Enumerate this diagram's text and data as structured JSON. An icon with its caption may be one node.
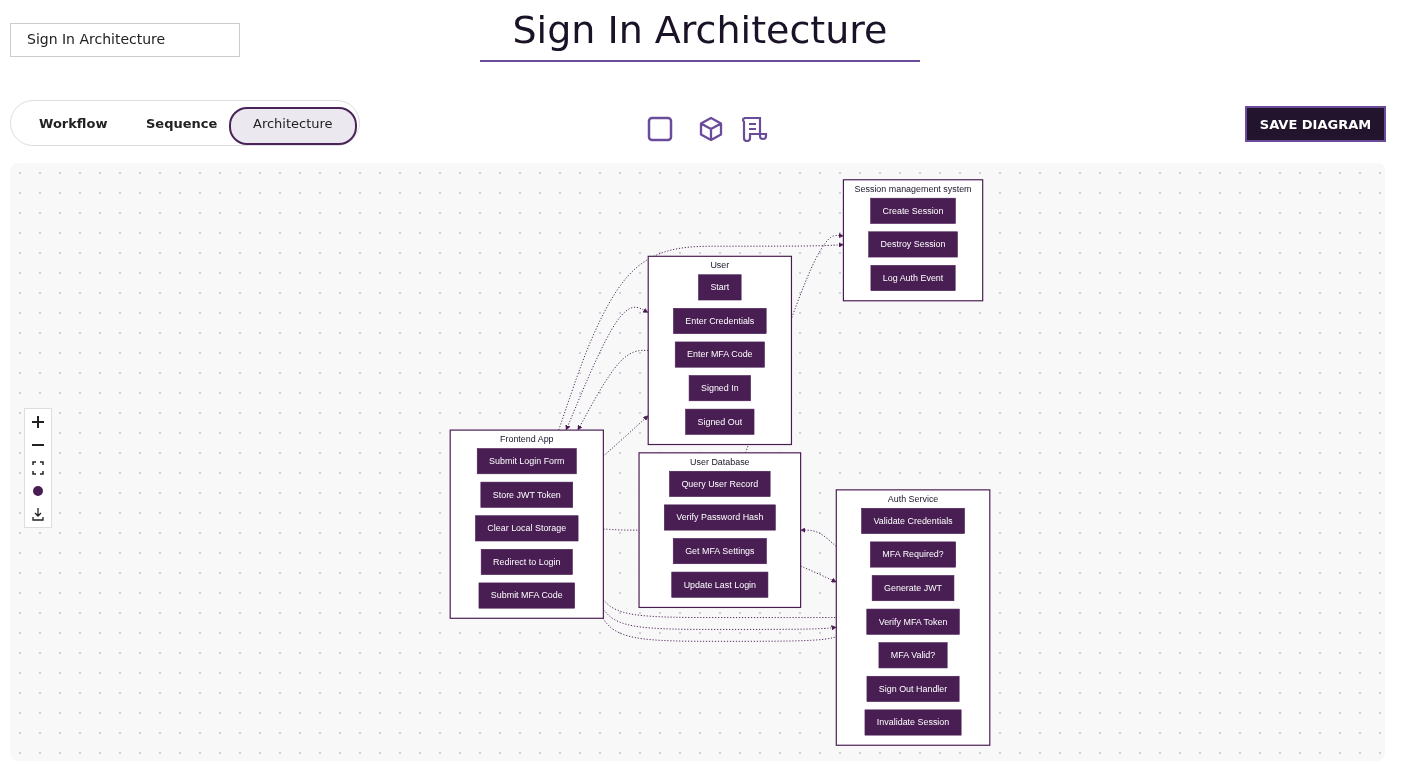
{
  "diagram": {
    "title": "Sign In Architecture",
    "nodes": [
      {
        "text": [
          "User"
        ]
      },
      {
        "text": [
          "Start"
        ],
        "in": 0
      },
      {
        "text": [
          "Enter Credentials"
        ],
        "in": 0
      },
      {
        "text": [
          "Enter MFA Code"
        ],
        "in": 0
      },
      {
        "text": [
          "Signed In"
        ],
        "in": 0
      },
      {
        "text": [
          "Signed Out"
        ],
        "in": 0
      },
      {
        "text": [
          "Frontend App"
        ]
      },
      {
        "text": [
          "Submit Login Form"
        ],
        "in": 6
      },
      {
        "text": [
          "Store JWT Token"
        ],
        "in": 6
      },
      {
        "text": [
          "Clear Local Storage"
        ],
        "in": 6
      },
      {
        "text": [
          "Redirect to Login"
        ],
        "in": 6
      },
      {
        "text": [
          "Submit MFA Code"
        ],
        "in": 6
      },
      {
        "text": [
          "Auth Service"
        ]
      },
      {
        "text": [
          "Validate Credentials"
        ],
        "in": 12
      },
      {
        "text": [
          "MFA Required?"
        ],
        "in": 12
      },
      {
        "text": [
          "Generate JWT"
        ],
        "in": 12
      },
      {
        "text": [
          "Verify MFA Token"
        ],
        "in": 12
      },
      {
        "text": [
          "MFA Valid?"
        ],
        "in": 12
      },
      {
        "text": [
          "Sign Out Handler"
        ],
        "in": 12
      },
      {
        "text": [
          "Invalidate Session"
        ],
        "in": 12
      },
      {
        "text": [
          "Session management system"
        ]
      },
      {
        "text": [
          "Create Session"
        ],
        "in": 20
      },
      {
        "text": [
          "Destroy Session"
        ],
        "in": 20
      },
      {
        "text": [
          "Log Auth Event"
        ],
        "in": 20
      },
      {
        "text": [
          "User Database"
        ]
      },
      {
        "text": [
          "Query User Record"
        ],
        "in": 24
      },
      {
        "text": [
          "Verify Password Hash"
        ],
        "in": 24
      },
      {
        "text": [
          "Get MFA Settings"
        ],
        "in": 24
      },
      {
        "text": [
          "Update Last Login"
        ],
        "in": 24
      }
    ],
    "edges": [
      {
        "from": 6,
        "to": 0,
        "arrow": "to",
        "style": "dashed"
      },
      {
        "from": 0,
        "to": 6,
        "arrow": "to",
        "style": "dashed"
      },
      {
        "from": 0,
        "to": 6,
        "arrow": "both",
        "style": "dashed"
      },
      {
        "from": 6,
        "to": 20,
        "arrow": "to",
        "style": "dashed"
      },
      {
        "from": 24,
        "to": 20,
        "arrow": "to",
        "style": "dashed"
      },
      {
        "from": 6,
        "to": 12,
        "arrow": "none",
        "style": "dashed"
      },
      {
        "from": 6,
        "to": 12,
        "arrow": "to",
        "style": "dashed"
      },
      {
        "from": 6,
        "to": 12,
        "arrow": "none",
        "style": "dashed"
      },
      {
        "from": 6,
        "to": 24,
        "arrow": "none",
        "style": "dashed"
      },
      {
        "from": 24,
        "to": 12,
        "arrow": "to",
        "style": "dashed"
      },
      {
        "from": 12,
        "to": 24,
        "arrow": "to",
        "style": "dashed"
      }
    ],
    "labels": [
      "Sign In Architecture",
      "Workflow",
      "Sequence",
      "Architecture",
      "SAVE DIAGRAM"
    ]
  }
}
